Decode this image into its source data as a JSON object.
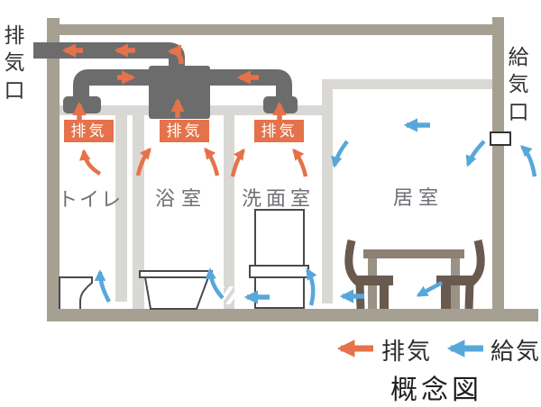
{
  "title": "概念図",
  "colors": {
    "wall": "#a6a093",
    "partition": "#d9d8d4",
    "duct": "#6c6c6c",
    "exhaust": "#e5724a",
    "supply": "#58a7db",
    "outline": "#4a4a4a",
    "chair": "#695a50",
    "table": "#8d8175",
    "table_leg": "#9b9286",
    "room_label": "#6f6f75",
    "text": "#2b2b2b"
  },
  "labels": {
    "exhaust_outlet": "排気口",
    "supply_inlet": "給気口",
    "exhaust_badge": "排気",
    "rooms": {
      "toilet": "トイレ",
      "bath": "浴室",
      "washroom": "洗面室",
      "living": "居室"
    }
  },
  "legend": {
    "exhaust": "排気",
    "supply": "給気"
  }
}
